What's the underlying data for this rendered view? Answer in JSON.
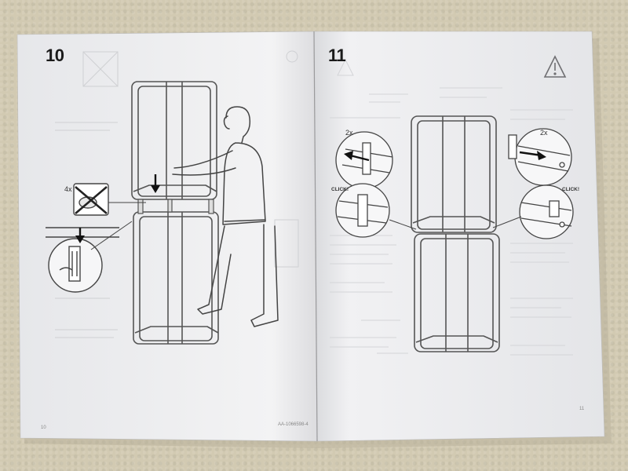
{
  "left_page": {
    "step_number": "10",
    "multiplier": "4x",
    "page_number": "10",
    "doc_code": "AA-1066598-4"
  },
  "right_page": {
    "step_number": "11",
    "multiplier_left": "2x",
    "multiplier_right": "2x",
    "click_left": "CLICK!",
    "click_right": "CLICK!",
    "page_number": "11"
  }
}
